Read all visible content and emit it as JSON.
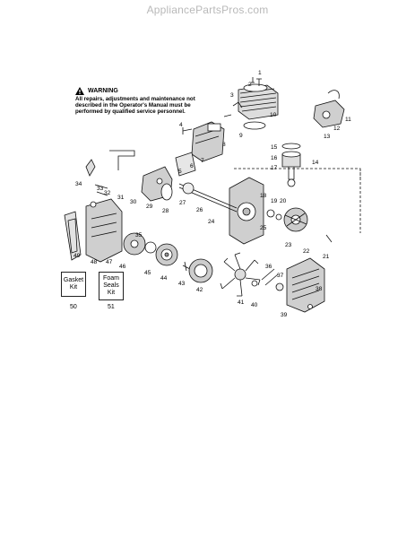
{
  "watermark": "AppliancePartsPros.com",
  "warning": {
    "title": "WARNING",
    "text": "All repairs, adjustments and maintenance not described in the Operator's Manual must be performed by qualified service personnel."
  },
  "kits": [
    {
      "label": "Gasket Kit",
      "number": "50"
    },
    {
      "label": "Foam Seals Kit",
      "number": "51"
    }
  ],
  "callouts": [
    "1",
    "2",
    "3",
    "4",
    "5",
    "6",
    "7",
    "8",
    "9",
    "10",
    "11",
    "12",
    "13",
    "14",
    "15",
    "16",
    "17",
    "18",
    "19",
    "20",
    "21",
    "22",
    "23",
    "24",
    "25",
    "26",
    "27",
    "28",
    "29",
    "30",
    "31",
    "32",
    "33",
    "34",
    "35",
    "36",
    "37",
    "38",
    "39",
    "40",
    "41",
    "42",
    "43",
    "44",
    "45",
    "46",
    "47",
    "48",
    "49"
  ]
}
